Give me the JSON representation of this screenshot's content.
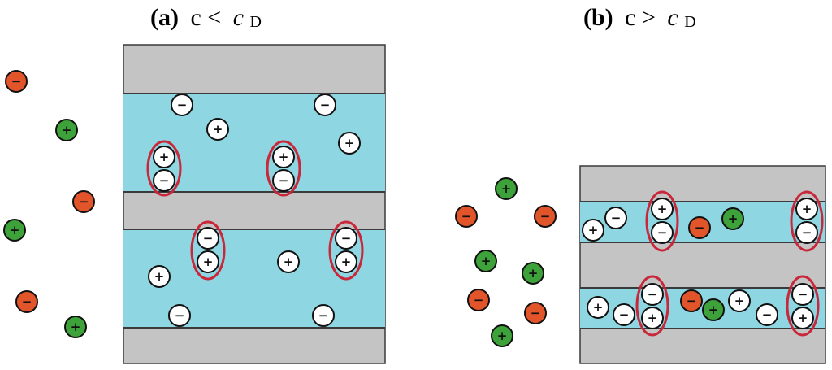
{
  "panels": [
    {
      "tag": "(a)",
      "title_prefix": "c <",
      "title_var": "c",
      "title_sub": "D"
    },
    {
      "tag": "(b)",
      "title_prefix": "c >",
      "title_var": "c",
      "title_sub": "D"
    }
  ],
  "legend_symbols": {
    "plus": "+",
    "minus": "−"
  },
  "colors": {
    "wall": "#c4c4c4",
    "channel": "#8fd6e3",
    "line": "#3a3a3a",
    "free_positive": "#3ea23a",
    "free_negative": "#e2542a",
    "confined_ion": "#ffffff",
    "pair_ring": "#c8283a"
  }
}
